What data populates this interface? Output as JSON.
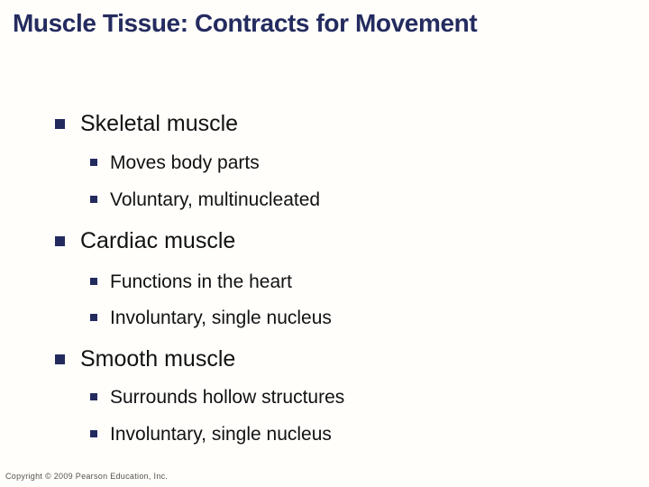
{
  "slide": {
    "title": "Muscle Tissue: Contracts for Movement",
    "sections": [
      {
        "title": "Skeletal muscle",
        "items": [
          "Moves body parts",
          "Voluntary, multinucleated"
        ]
      },
      {
        "title": "Cardiac muscle",
        "items": [
          "Functions in the heart",
          "Involuntary, single nucleus"
        ]
      },
      {
        "title": "Smooth muscle",
        "items": [
          "Surrounds hollow structures",
          "Involuntary, single nucleus"
        ]
      }
    ],
    "footer": "Copyright © 2009 Pearson Education, Inc.",
    "colors": {
      "title_text": "#242b5f",
      "bullet_square": "#232a5e",
      "body_text": "#121212",
      "footer_text": "#54534d",
      "background": "#fffefb"
    }
  }
}
